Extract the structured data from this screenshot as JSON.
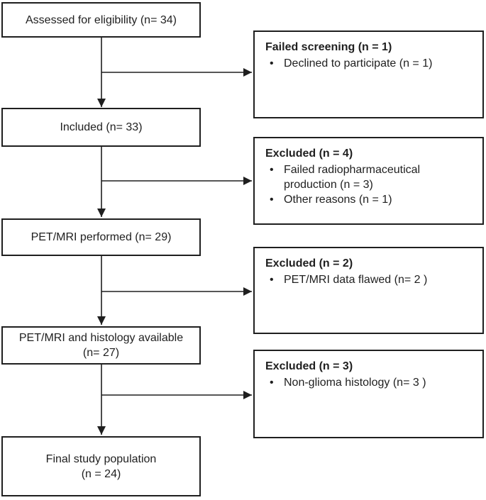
{
  "flowchart": {
    "bullet_char": "•",
    "colors": {
      "border": "#1f1f1f",
      "text": "#1f1f1f",
      "background": "#ffffff"
    },
    "main_boxes": [
      {
        "lines": [
          "Assessed for eligibility (n= 34)"
        ]
      },
      {
        "lines": [
          "Included (n= 33)"
        ]
      },
      {
        "lines": [
          "PET/MRI performed (n= 29)"
        ]
      },
      {
        "lines": [
          "PET/MRI and histology available",
          "(n= 27)"
        ]
      },
      {
        "lines": [
          "Final study population",
          "(n = 24)"
        ]
      }
    ],
    "side_boxes": [
      {
        "title": "Failed screening (n = 1)",
        "bullets": [
          "Declined to participate (n = 1)"
        ]
      },
      {
        "title": "Excluded (n = 4)",
        "bullets": [
          "Failed radiopharmaceutical production (n = 3)",
          "Other reasons (n = 1)"
        ]
      },
      {
        "title": "Excluded (n = 2)",
        "bullets": [
          "PET/MRI data flawed (n= 2 )"
        ]
      },
      {
        "title": "Excluded (n = 3)",
        "bullets": [
          "Non-glioma histology (n= 3 )"
        ]
      }
    ]
  }
}
